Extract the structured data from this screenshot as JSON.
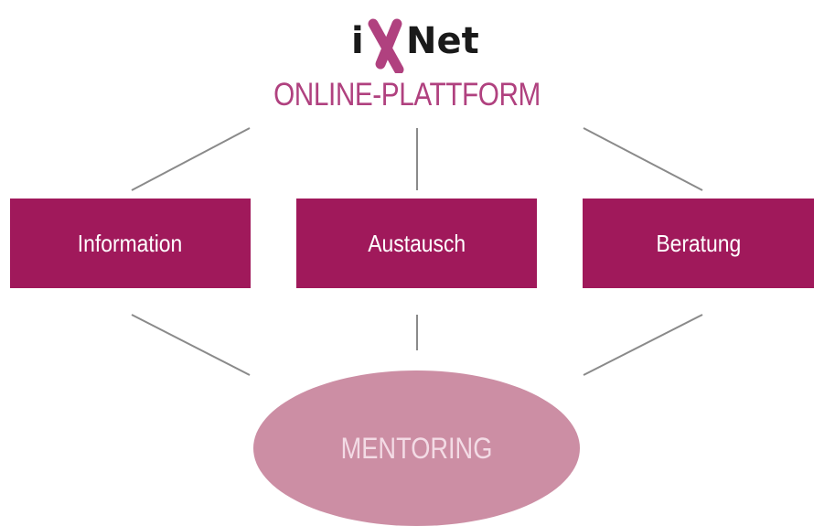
{
  "logo": {
    "text_prefix": "i",
    "text_x": "X",
    "text_suffix": "Net",
    "dark_color": "#1a1a1a",
    "accent_color": "#b0417f"
  },
  "subtitle": "ONLINE-PLATTFORM",
  "pillars": [
    {
      "label": "Information"
    },
    {
      "label": "Austausch"
    },
    {
      "label": "Beratung"
    }
  ],
  "bottom": {
    "label": "MENTORING"
  },
  "colors": {
    "box_fill": "#a0195b",
    "ellipse_fill": "#cc8ea4",
    "ellipse_text": "#f3dbe5",
    "subtitle": "#b0417f",
    "connector": "#8a8a8a"
  }
}
